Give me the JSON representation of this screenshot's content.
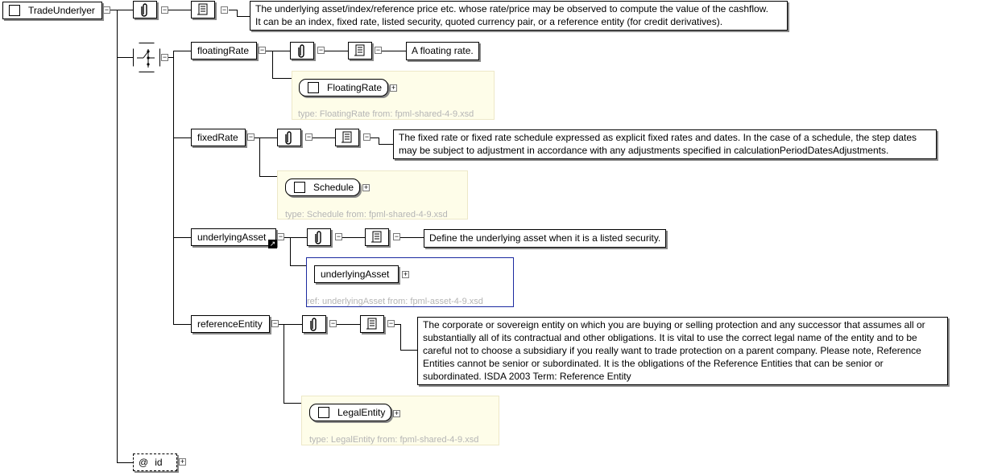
{
  "root": {
    "name": "TradeUnderlyer",
    "doc_lines": [
      "The underlying asset/index/reference price etc. whose rate/price may be observed to compute the value of the cashflow.",
      "It can be an index, fixed rate, listed security, quoted currency pair, or a reference entity (for credit derivatives)."
    ]
  },
  "floatingRate": {
    "name": "floatingRate",
    "doc_lines": [
      "A floating rate."
    ],
    "type_name": "FloatingRate",
    "type_label": "type: FloatingRate from: fpml-shared-4-9.xsd"
  },
  "fixedRate": {
    "name": "fixedRate",
    "doc_lines": [
      "The fixed rate or fixed rate schedule expressed as explicit fixed rates and dates. In the case of a schedule, the step dates",
      "may be subject to adjustment in accordance with any adjustments specified in calculationPeriodDatesAdjustments."
    ],
    "type_name": "Schedule",
    "type_label": "type: Schedule from: fpml-shared-4-9.xsd"
  },
  "underlyingAsset": {
    "name": "underlyingAsset",
    "doc_lines": [
      "Define the underlying asset when it is a listed security."
    ],
    "ref_name": "underlyingAsset",
    "ref_label": "ref: underlyingAsset from: fpml-asset-4-9.xsd"
  },
  "referenceEntity": {
    "name": "referenceEntity",
    "doc_lines": [
      "The corporate or sovereign entity on which you are buying or selling protection and any successor that assumes all or",
      "substantially all of its contractual and other obligations. It is vital to use the correct legal name of the entity and to be",
      "careful not to choose a subsidiary if you really want to trade protection on a parent company. Please note, Reference",
      "Entities cannot be senior or subordinated. It is the obligations of the Reference Entities that can be senior or",
      "subordinated. ISDA 2003 Term: Reference Entity"
    ],
    "type_name": "LegalEntity",
    "type_label": "type: LegalEntity from: fpml-shared-4-9.xsd"
  },
  "attribute": {
    "prefix": "@",
    "name": "id"
  },
  "icons": {
    "annotation": "paperclip-icon",
    "documentation": "scroll-icon",
    "choice": "choice-icon",
    "reference": "reference-arrow-icon"
  }
}
